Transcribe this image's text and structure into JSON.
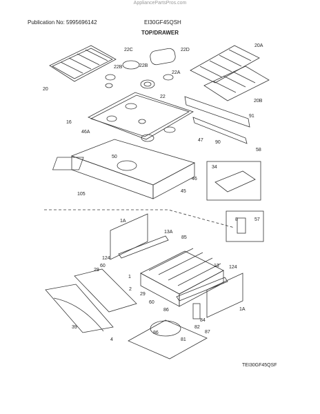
{
  "header": {
    "watermark": "AppliancePartsPros.com",
    "publication": "Publication No: 5995696142",
    "model": "EI30GF45QSH",
    "section_title": "TOP/DRAWER"
  },
  "footer": {
    "drawing_id": "TEI30GF45QSF"
  },
  "callouts": {
    "top": [
      "20",
      "22C",
      "22D",
      "22B",
      "22B",
      "20A",
      "22A",
      "22",
      "20B",
      "16",
      "91",
      "46A",
      "47",
      "50",
      "90",
      "58",
      "34",
      "46",
      "45",
      "105"
    ],
    "drawer": [
      "1A",
      "13A",
      "85",
      "124",
      "60",
      "29",
      "1",
      "13",
      "124",
      "2",
      "29",
      "60",
      "86",
      "39",
      "4",
      "86",
      "81",
      "87",
      "82",
      "84",
      "1A",
      "8",
      "57"
    ]
  }
}
